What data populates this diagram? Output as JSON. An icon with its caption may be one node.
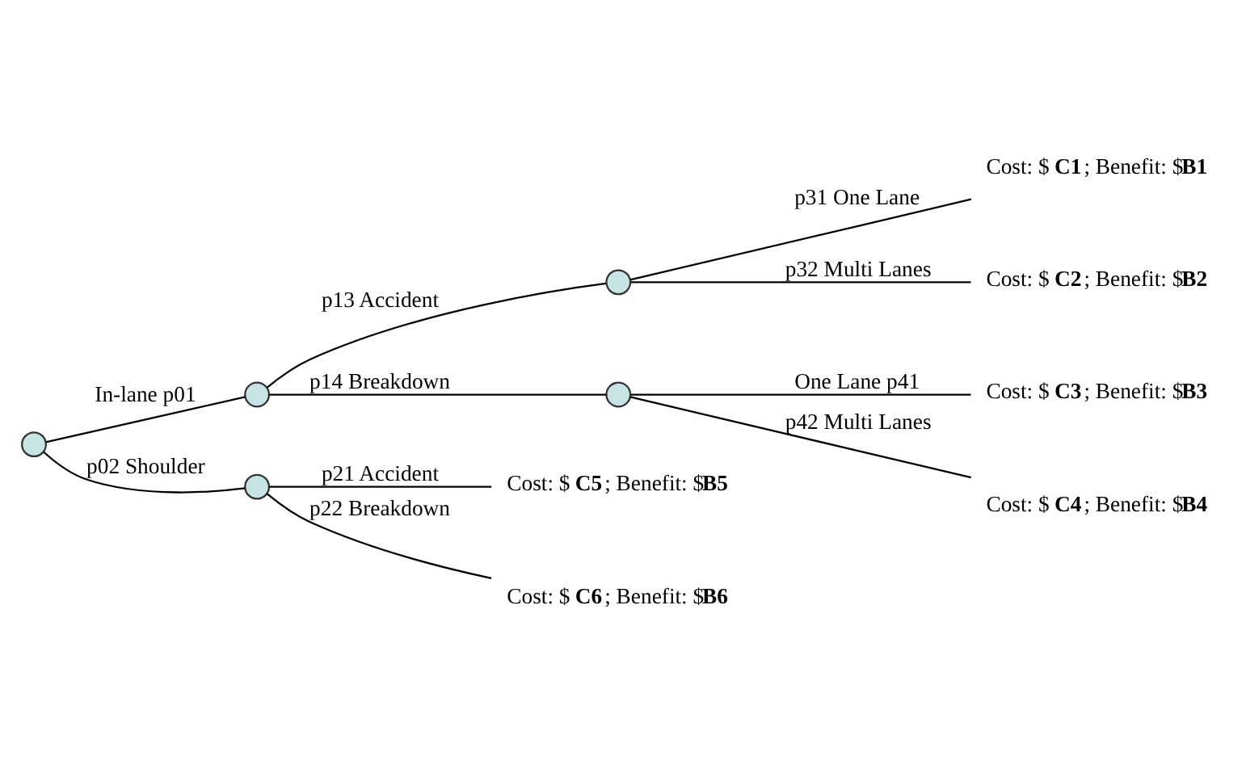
{
  "diagram": {
    "nodes": [
      {
        "text": [],
        "shape": "circle"
      },
      {
        "text": [],
        "shape": "circle"
      },
      {
        "text": [],
        "shape": "circle"
      },
      {
        "text": [],
        "shape": "circle"
      },
      {
        "text": [],
        "shape": "circle"
      },
      {
        "text": [
          "Cost: $ **C1**; Benefit: $**B1**"
        ]
      },
      {
        "text": [
          "Cost: $ **C2**; Benefit: $**B2**"
        ]
      },
      {
        "text": [
          "Cost: $ **C3**; Benefit: $**B3**"
        ]
      },
      {
        "text": [
          "Cost: $ **C4**; Benefit: $**B4**"
        ]
      },
      {
        "text": [
          "Cost: $ **C5**; Benefit: $**B5**"
        ]
      },
      {
        "text": [
          "Cost: $ **C6**; Benefit: $**B6**"
        ]
      }
    ],
    "edges": [
      {
        "from": 0,
        "to": 1,
        "arrow": "none",
        "label": "In-lane p01"
      },
      {
        "from": 0,
        "to": 2,
        "arrow": "none",
        "label": "p02 Shoulder"
      },
      {
        "from": 1,
        "to": 3,
        "arrow": "none",
        "label": "p13 Accident"
      },
      {
        "from": 1,
        "to": 4,
        "arrow": "none",
        "label": "p14 Breakdown"
      },
      {
        "from": 3,
        "to": 5,
        "arrow": "none",
        "label": "p31 One Lane"
      },
      {
        "from": 3,
        "to": 6,
        "arrow": "none",
        "label": "p32 Multi Lanes"
      },
      {
        "from": 4,
        "to": 7,
        "arrow": "none",
        "label": "One Lane p41"
      },
      {
        "from": 4,
        "to": 8,
        "arrow": "none",
        "label": "p42 Multi Lanes"
      },
      {
        "from": 2,
        "to": 9,
        "arrow": "none",
        "label": "p21 Accident"
      },
      {
        "from": 2,
        "to": 10,
        "arrow": "none",
        "label": "p22 Breakdown"
      }
    ]
  }
}
